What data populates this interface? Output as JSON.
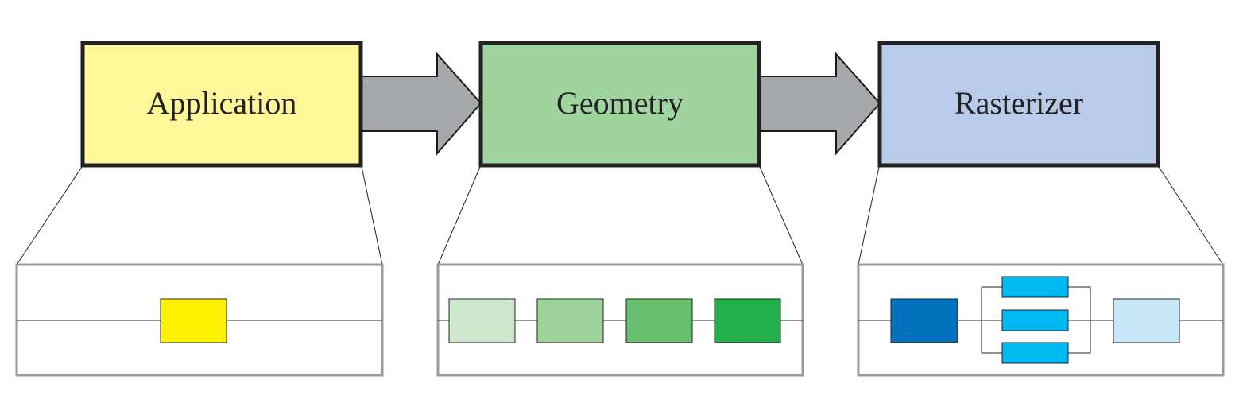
{
  "stages": [
    {
      "id": "application",
      "label": "Application",
      "fill": "#fff799"
    },
    {
      "id": "geometry",
      "label": "Geometry",
      "fill": "#a0d49e"
    },
    {
      "id": "rasterizer",
      "label": "Rasterizer",
      "fill": "#b8cbe9"
    }
  ],
  "colors": {
    "stage_border": "#222222",
    "arrow_fill": "#a7a8ab",
    "arrow_stroke": "#1a1a1a",
    "panel_border": "#9a9a9a",
    "pipe_line": "#222222",
    "application_unit": "#fff200",
    "geometry_units": [
      "#cde7cc",
      "#9dd49c",
      "#68bf6e",
      "#21b04b"
    ],
    "rasterizer_first_unit": "#0071bd",
    "rasterizer_parallel_units": "#00b9f1",
    "rasterizer_last_unit": "#c8e8f9"
  }
}
